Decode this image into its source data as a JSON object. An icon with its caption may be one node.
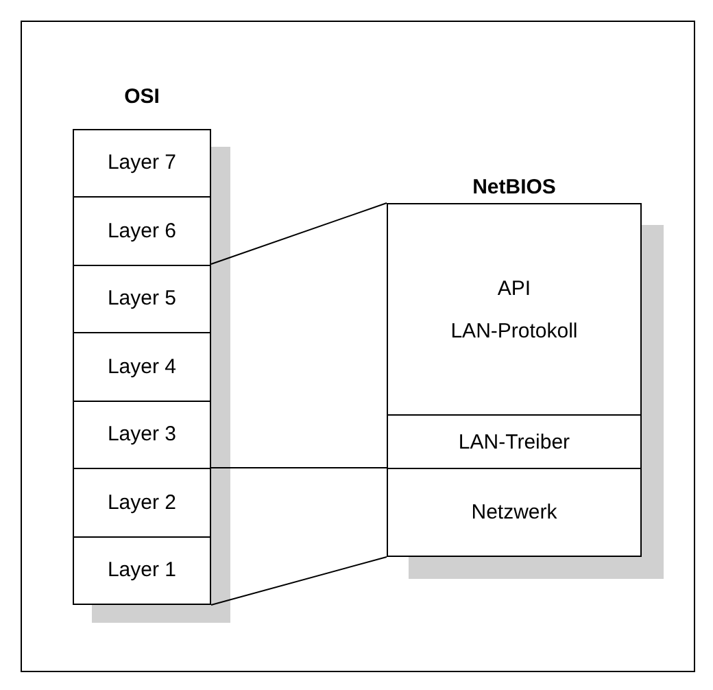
{
  "diagram": {
    "nodes": [
      {
        "text": [
          "OSI"
        ]
      },
      {
        "text": [
          "Layer 7"
        ],
        "in": 0
      },
      {
        "text": [
          "Layer 6"
        ],
        "in": 0
      },
      {
        "text": [
          "Layer 5"
        ],
        "in": 0
      },
      {
        "text": [
          "Layer 4"
        ],
        "in": 0
      },
      {
        "text": [
          "Layer 3"
        ],
        "in": 0
      },
      {
        "text": [
          "Layer 2"
        ],
        "in": 0
      },
      {
        "text": [
          "Layer 1"
        ],
        "in": 0
      },
      {
        "text": [
          "NetBIOS"
        ]
      },
      {
        "text": [
          "API",
          "LAN-Protokoll"
        ],
        "in": 8
      },
      {
        "text": [
          "LAN-Treiber"
        ],
        "in": 8
      },
      {
        "text": [
          "Netzwerk"
        ],
        "in": 8
      }
    ],
    "edges": [
      {
        "from": 3,
        "to": 9,
        "arrow": "none"
      },
      {
        "from": 6,
        "to": 11,
        "arrow": "none"
      },
      {
        "from": 7,
        "to": 11,
        "arrow": "none"
      }
    ]
  }
}
